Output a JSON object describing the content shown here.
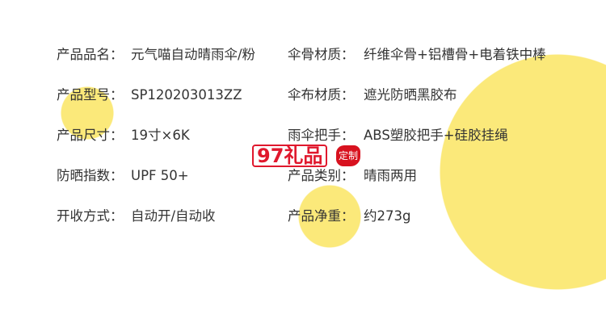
{
  "specs_left": [
    {
      "label": "产品品名：",
      "value": "元气喵自动晴雨伞/粉"
    },
    {
      "label": "产品型号：",
      "value": "SP120203013ZZ"
    },
    {
      "label": "产品尺寸：",
      "value": "19寸×6K"
    },
    {
      "label": "防晒指数：",
      "value": "UPF 50+"
    },
    {
      "label": "开收方式：",
      "value": "自动开/自动收"
    }
  ],
  "specs_right": [
    {
      "label": "伞骨材质：",
      "value": "纤维伞骨+铝槽骨+电着铁中棒"
    },
    {
      "label": "伞布材质：",
      "value": "遮光防晒黑胶布"
    },
    {
      "label": "雨伞把手：",
      "value": "ABS塑胶把手+硅胶挂绳"
    },
    {
      "label": "产品类别：",
      "value": "晴雨两用"
    },
    {
      "label": "产品净重：",
      "value": "约273g"
    }
  ],
  "watermark": {
    "text": "97礼品",
    "seal": "定制"
  },
  "colors": {
    "accent": "#fbe97a",
    "watermark": "#e0182d"
  }
}
